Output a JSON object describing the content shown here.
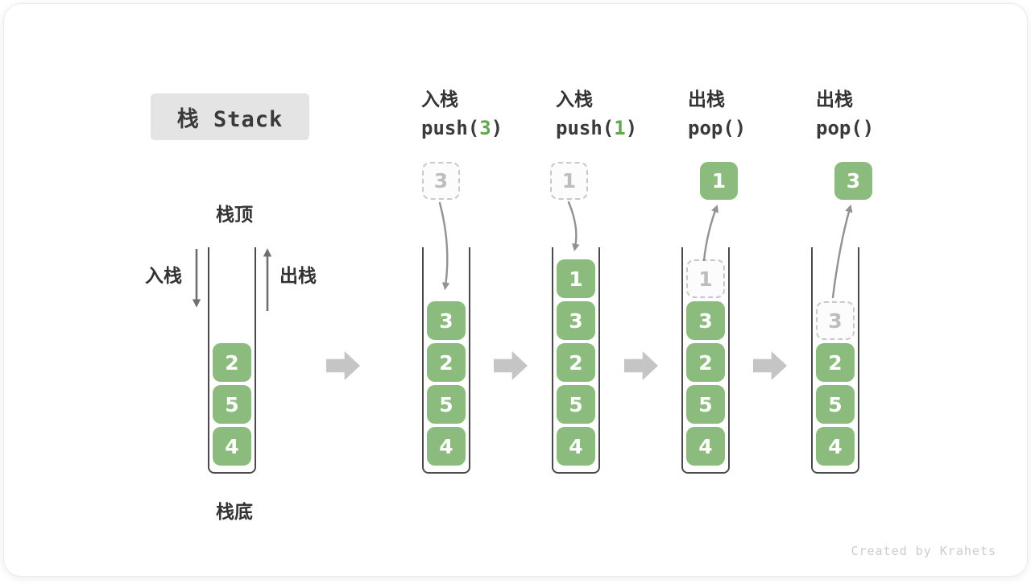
{
  "title": {
    "text": "栈 Stack"
  },
  "left_labels": {
    "top": "栈顶",
    "bottom": "栈底",
    "push": "入栈",
    "pop": "出栈"
  },
  "operations": [
    {
      "name": "入栈",
      "code_pre": "push(",
      "arg": "3",
      "code_post": ")"
    },
    {
      "name": "入栈",
      "code_pre": "push(",
      "arg": "1",
      "code_post": ")"
    },
    {
      "name": "出栈",
      "code_pre": "pop()",
      "arg": "",
      "code_post": ""
    },
    {
      "name": "出栈",
      "code_pre": "pop()",
      "arg": "",
      "code_post": ""
    }
  ],
  "stacks": [
    {
      "elements": [
        {
          "v": "2"
        },
        {
          "v": "5"
        },
        {
          "v": "4"
        }
      ]
    },
    {
      "floating": {
        "v": "3",
        "ghost": true
      },
      "elements": [
        {
          "v": "3"
        },
        {
          "v": "2"
        },
        {
          "v": "5"
        },
        {
          "v": "4"
        }
      ]
    },
    {
      "floating": {
        "v": "1",
        "ghost": true
      },
      "elements": [
        {
          "v": "1"
        },
        {
          "v": "3"
        },
        {
          "v": "2"
        },
        {
          "v": "5"
        },
        {
          "v": "4"
        }
      ]
    },
    {
      "floating": {
        "v": "1",
        "ghost": false
      },
      "elements": [
        {
          "v": "1",
          "ghost": true
        },
        {
          "v": "3"
        },
        {
          "v": "2"
        },
        {
          "v": "5"
        },
        {
          "v": "4"
        }
      ]
    },
    {
      "floating": {
        "v": "3",
        "ghost": false
      },
      "elements": [
        {
          "v": "3",
          "ghost": true
        },
        {
          "v": "2"
        },
        {
          "v": "5"
        },
        {
          "v": "4"
        }
      ]
    }
  ],
  "credit": "Created by Krahets",
  "colors": {
    "element_green": "#8bbb7d",
    "code_green": "#5fa84d",
    "wall_gray": "#4a4a4a",
    "arrow_gray": "#929292",
    "arrow_dark": "#6f6f6f",
    "step_arrow_gray": "#c5c5c5",
    "ghost_border": "#c9c9c9",
    "ghost_text": "#bdbdbd",
    "title_bg": "#e4e4e4",
    "text_dark": "#3a3a3a",
    "credit_gray": "#cccccc"
  }
}
